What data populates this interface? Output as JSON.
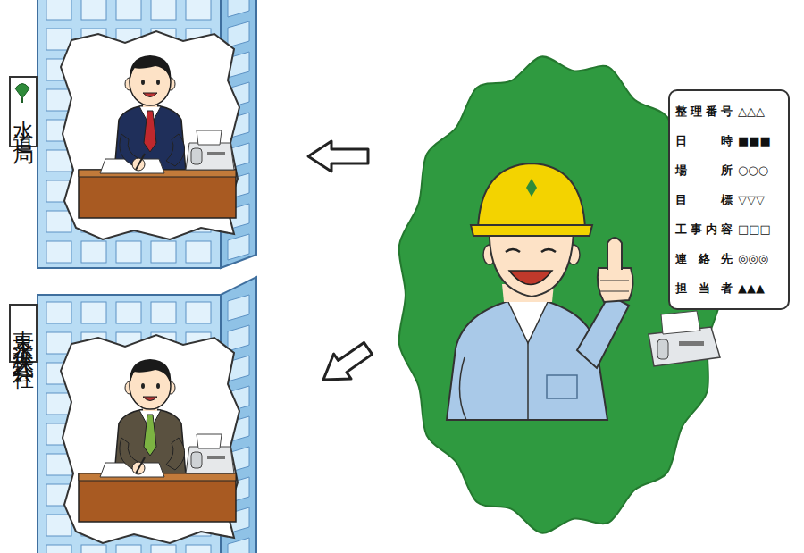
{
  "diagram": {
    "nodes": [
      {
        "text": [
          "水道局"
        ]
      },
      {
        "text": [
          "東京水道株式会社"
        ]
      },
      {
        "text": [
          "整理番号",
          "△△△",
          "日時",
          "■■■",
          "場所",
          "○○○",
          "目標",
          "▽▽▽",
          "工事内容",
          "□□□",
          "連絡先",
          "◎◎◎",
          "担当者",
          "▲▲▲"
        ]
      }
    ],
    "edges": [
      {
        "from": 2,
        "to": 0,
        "arrow": "to"
      },
      {
        "from": 2,
        "to": 1,
        "arrow": "to"
      }
    ]
  }
}
